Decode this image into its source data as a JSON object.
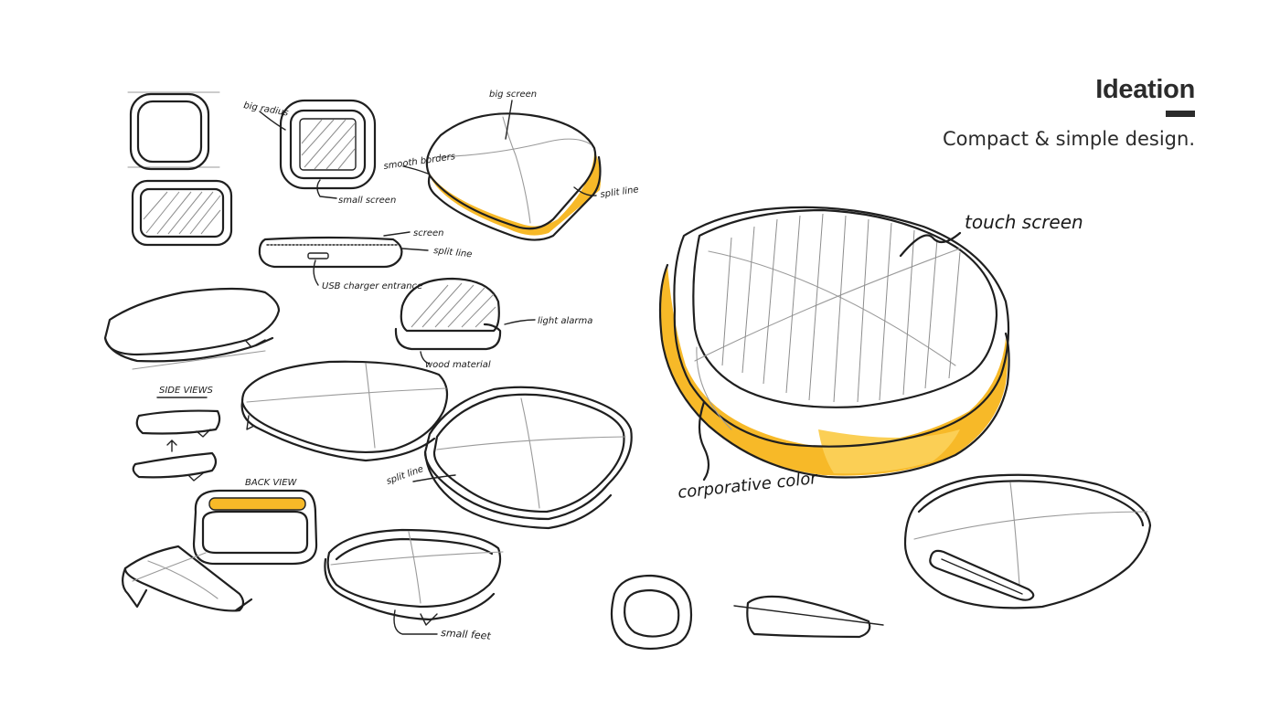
{
  "heading": {
    "title": "Ideation",
    "subtitle": "Compact & simple design."
  },
  "annotations": {
    "big_radius": "big radius",
    "small_screen": "small screen",
    "big_screen": "big screen",
    "smooth_borders": "smooth borders",
    "split_line_top": "split line",
    "screen": "screen",
    "split_line_side": "split line",
    "usb_charger": "USB charger entrance",
    "light_alarma": "light alarma",
    "wood_material": "wood material",
    "side_views": "SIDE VIEWS",
    "back_view": "BACK VIEW",
    "split_line_lower": "split line",
    "small_feet": "small feet",
    "touch_screen": "touch screen",
    "corporative_color": "corporative color"
  },
  "colors": {
    "accent": "#f7b928",
    "ink": "#1f1f1f",
    "heading": "#2b2b2b"
  }
}
